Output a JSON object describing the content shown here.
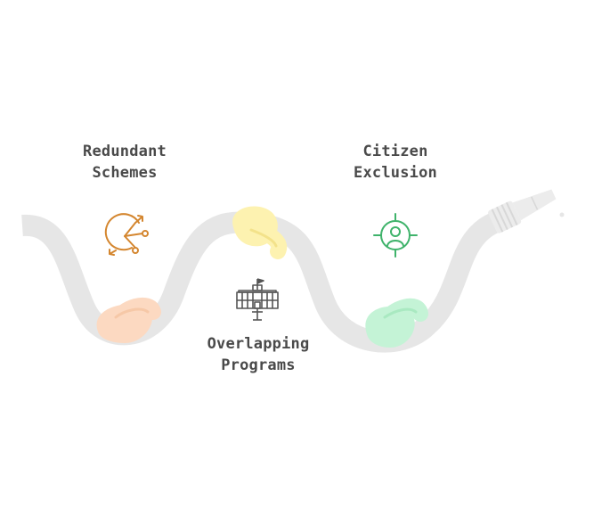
{
  "steps": [
    {
      "line1": "Redundant",
      "line2": "Schemes",
      "icon": "branching-arrows-icon",
      "knot_color": "#fcd9c1",
      "icon_color": "#d4862f"
    },
    {
      "line1": "Overlapping",
      "line2": "Programs",
      "icon": "government-building-icon",
      "knot_color": "#fdf2b0",
      "icon_color": "#555555"
    },
    {
      "line1": "Citizen",
      "line2": "Exclusion",
      "icon": "person-target-icon",
      "knot_color": "#c4f3d6",
      "icon_color": "#3fb36b"
    }
  ],
  "colors": {
    "hose": "#e6e6e6",
    "hose_nozzle": "#ececec",
    "text": "#4a4a4a"
  }
}
